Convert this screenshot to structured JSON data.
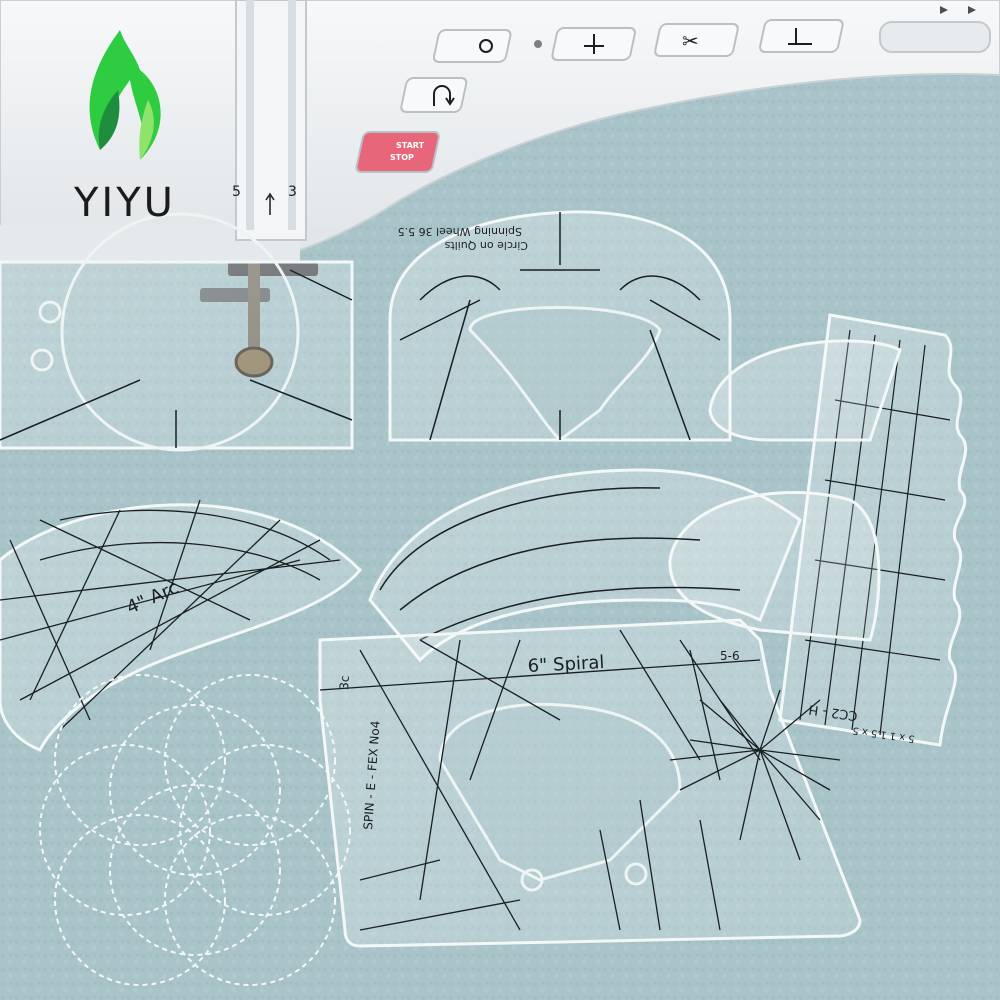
{
  "brand": {
    "name": "YIYU",
    "logo_colors": [
      "#2ecc40",
      "#1e8e3e",
      "#8fe36b"
    ]
  },
  "machine": {
    "start_stop_top": "START",
    "start_stop_bottom": "STOP",
    "scale_left": "5",
    "scale_right": "3",
    "buttons": [
      "needle-position-icon",
      "needle-up-down-icon",
      "thread-cutter-icon",
      "presser-foot-icon",
      "reverse-stitch-icon",
      "play-icon"
    ],
    "start_button_color": "#e8667a",
    "body_color": "#eef1f3"
  },
  "rulers": {
    "arc": "4\" Arc",
    "spiral": "6\" Spiral",
    "spiral_side_code": "SPIN - E - FEX  No4",
    "spiral_corner_left": "3c",
    "spiral_corner_right": "5-6",
    "spinning_wheel_line1": "Circle on Quilts",
    "spinning_wheel_line2": "Spinning Wheel 36 5.5",
    "comb_code": "CC2 - H",
    "comb_scale": "5 x 1 1.5 x 5"
  },
  "colors": {
    "mat": "#a9c4c9",
    "acrylic": "#ffffff",
    "ruler_line": "#1a1f22",
    "stitch": "#f4f7f8"
  }
}
